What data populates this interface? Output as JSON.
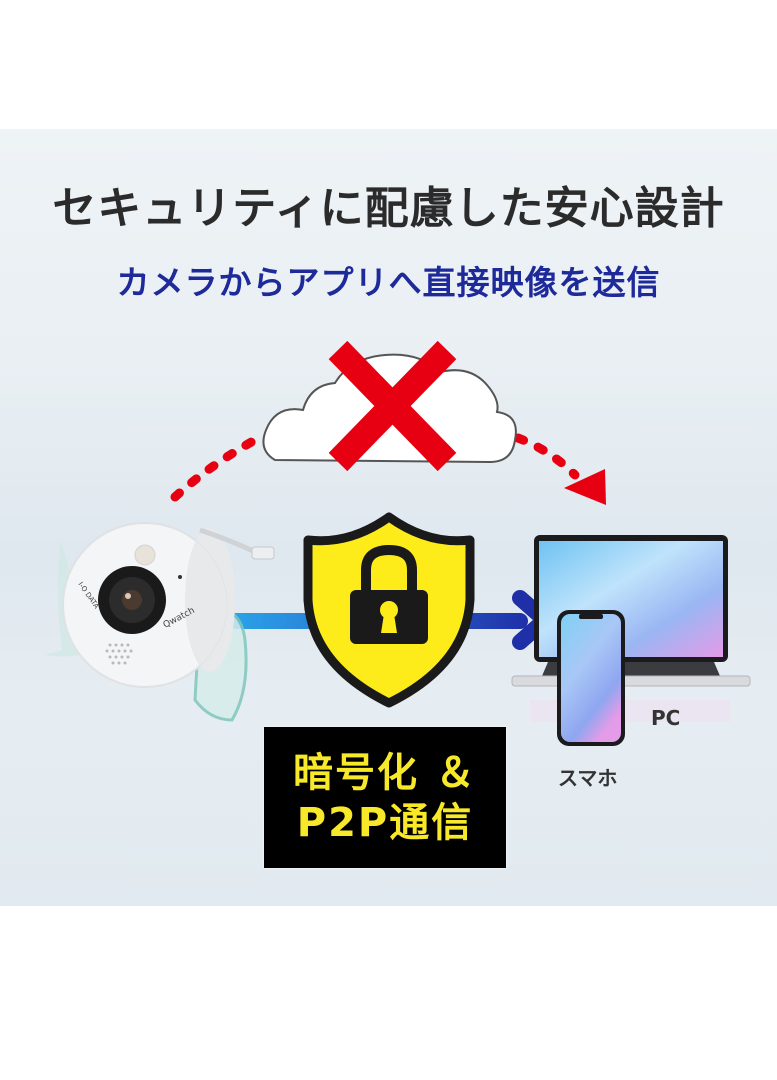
{
  "header": {
    "title": "セキュリティに配慮した安心設計",
    "subtitle": "カメラからアプリへ直接映像を送信"
  },
  "diagram": {
    "source_device": {
      "brand": "I-O DATA",
      "model": "Qwatch",
      "icon": "security-camera-icon"
    },
    "cloud": {
      "icon": "cloud-icon",
      "status": "blocked",
      "status_icon": "x-mark-icon"
    },
    "shield": {
      "icon": "shield-lock-icon"
    },
    "feature_label": {
      "line1": "暗号化 ＆",
      "line2": "P2P通信"
    },
    "targets": [
      {
        "label": "スマホ",
        "icon": "smartphone-icon"
      },
      {
        "label": "PC",
        "icon": "laptop-icon"
      }
    ]
  },
  "colors": {
    "title": "#2b2b2b",
    "subtitle": "#1e2a9a",
    "x_mark": "#e60012",
    "shield_fill": "#fdeb1a",
    "arrow_blue": "#1f2fa8",
    "label_text": "#f7e82a"
  }
}
